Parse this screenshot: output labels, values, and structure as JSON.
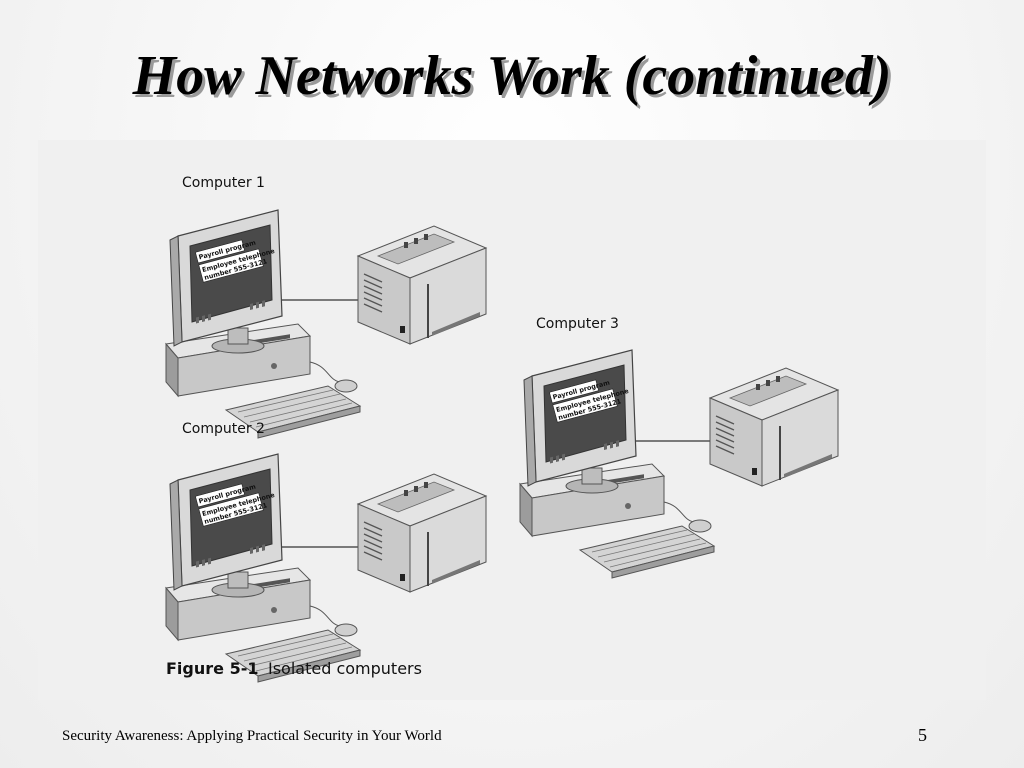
{
  "slide": {
    "title": "How Networks Work (continued)",
    "footer": "Security Awareness: Applying Practical Security in Your World",
    "page_number": "5"
  },
  "figure": {
    "computers": [
      {
        "label": "Computer 1",
        "screen_line1": "Payroll program",
        "screen_line2": "Employee telephone",
        "screen_line3": "number 555-3121"
      },
      {
        "label": "Computer 2",
        "screen_line1": "Payroll program",
        "screen_line2": "Employee telephone",
        "screen_line3": "number 555-3121"
      },
      {
        "label": "Computer 3",
        "screen_line1": "Payroll program",
        "screen_line2": "Employee telephone",
        "screen_line3": "number 555-3121"
      }
    ],
    "caption_number": "Figure 5-1",
    "caption_text": "Isolated computers"
  }
}
